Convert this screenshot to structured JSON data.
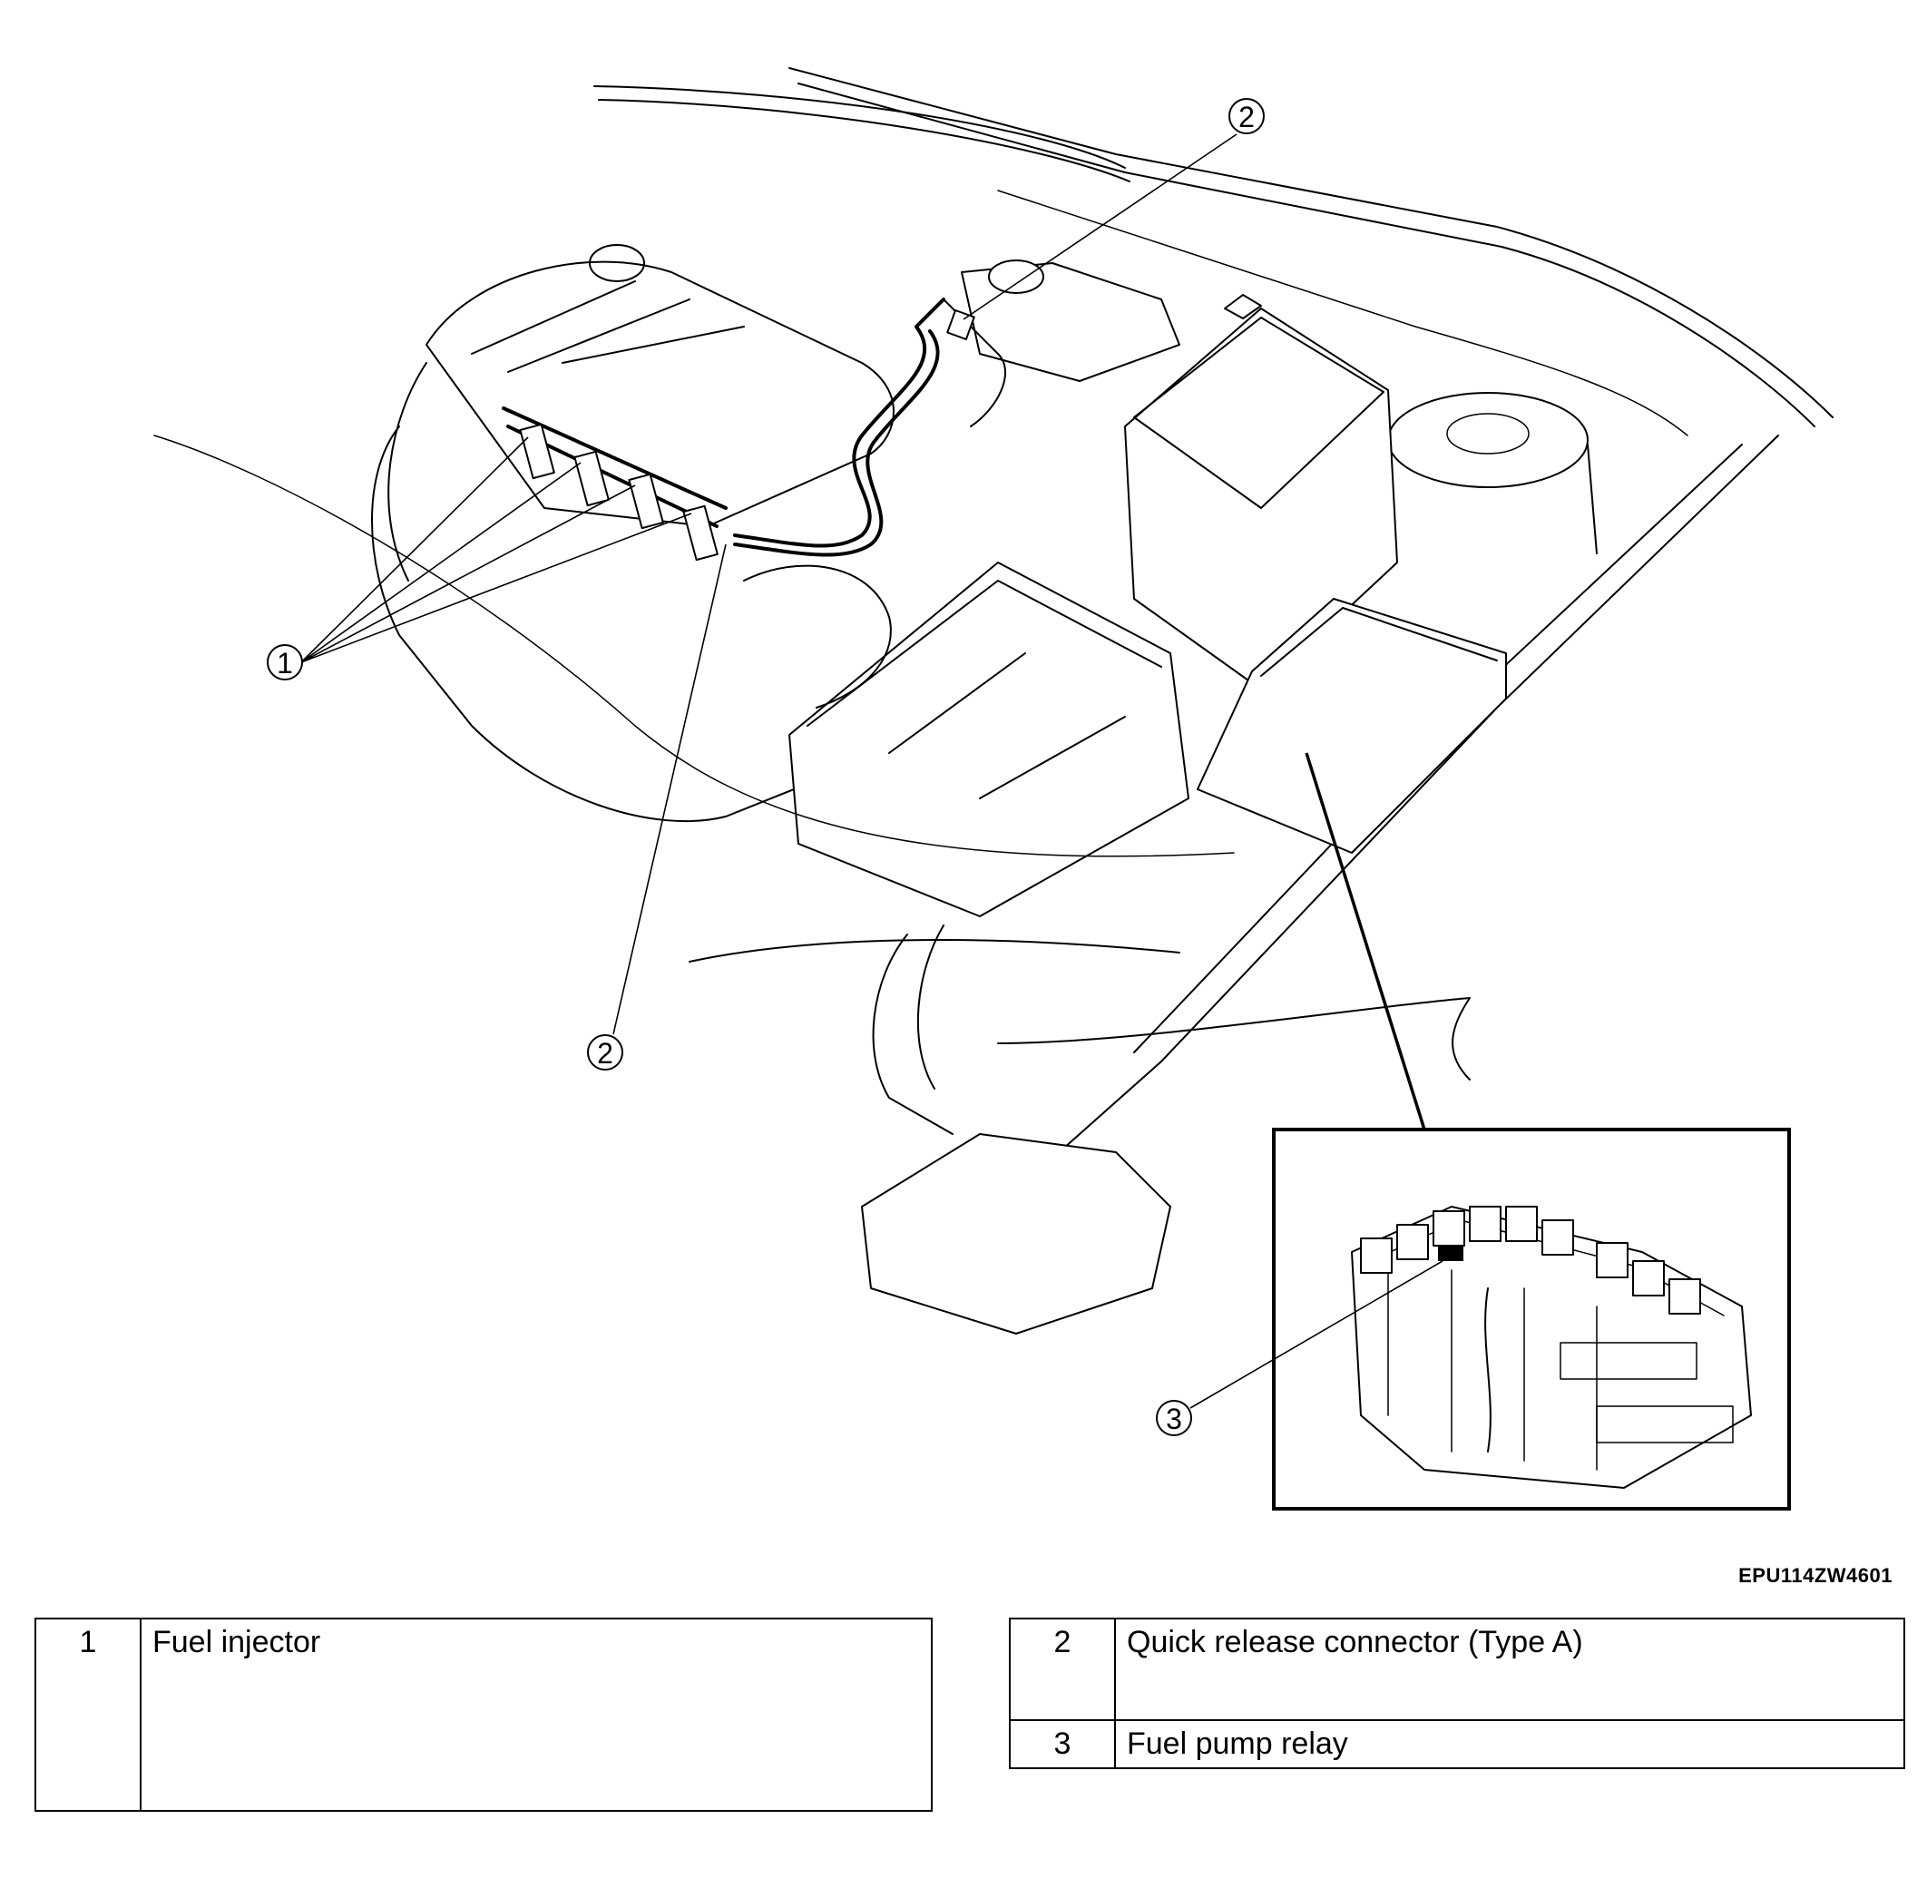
{
  "callouts": {
    "fuel_injector": "1",
    "quick_release_top": "2",
    "quick_release_bottom": "2",
    "fuel_pump_relay": "3"
  },
  "figure_code": "EPU114ZW4601",
  "legend": {
    "left": [
      {
        "num": "1",
        "label": "Fuel injector"
      }
    ],
    "right": [
      {
        "num": "2",
        "label": "Quick release connector (Type A)"
      },
      {
        "num": "3",
        "label": "Fuel pump relay"
      }
    ]
  }
}
